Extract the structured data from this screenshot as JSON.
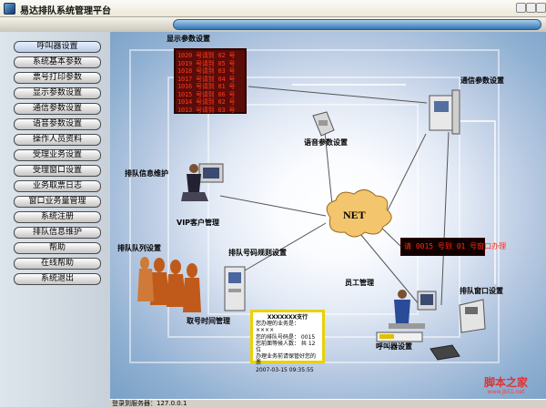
{
  "window": {
    "title": "易达排队系统管理平台"
  },
  "sidebar": {
    "items": [
      {
        "label": "呼叫器设置"
      },
      {
        "label": "系统基本参数"
      },
      {
        "label": "票号打印参数"
      },
      {
        "label": "显示参数设置"
      },
      {
        "label": "通信参数设置"
      },
      {
        "label": "语音参数设置"
      },
      {
        "label": "操作人员资料"
      },
      {
        "label": "受理业务设置"
      },
      {
        "label": "受理窗口设置"
      },
      {
        "label": "业务取票日志"
      },
      {
        "label": "窗口业务量管理"
      },
      {
        "label": "系统注册"
      },
      {
        "label": "排队信息维护"
      },
      {
        "label": "帮助"
      },
      {
        "label": "在线帮助"
      },
      {
        "label": "系统退出"
      }
    ]
  },
  "diagram": {
    "net_label": "NET",
    "labels": {
      "display": "显示参数设置",
      "comm": "通信参数设置",
      "voice": "语音参数设置",
      "queue_info": "排队信息维护",
      "vip": "VIP客户管理",
      "queue_rule": "排队号码规则设置",
      "queue_list": "排队队列设置",
      "staff": "员工管理",
      "window": "排队窗口设置",
      "ticket_time": "取号时间管理",
      "caller": "呼叫器设置"
    },
    "led_rows": [
      "1020 号请到 02 号",
      "1019 号请到 05 号",
      "1018 号请到 03 号",
      "1017 号请到 04 号",
      "1016 号请到 01 号",
      "1015 号请到 06 号",
      "1014 号请到 02 号",
      "1013 号请到 03 号"
    ],
    "led_ticker": "请 0015 号到 01 号窗口办理",
    "ticket": {
      "header": "XXXXXXX支行",
      "lines": [
        "您办理的业务是：  ××××",
        "您的排队号码是：   0015",
        "您前面等候人数：  共 12 位",
        "办理业务前请保管好您的票",
        "2007-03-15    09:35:55"
      ]
    }
  },
  "status": {
    "text": "登录到服务器：127.0.0.1"
  },
  "watermark": {
    "title": "脚本之家",
    "url": "www.jb51.net"
  }
}
